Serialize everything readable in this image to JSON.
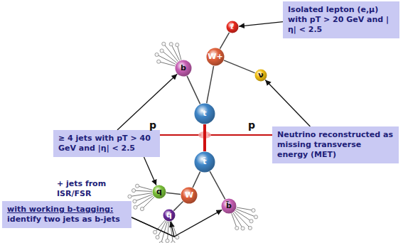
{
  "diagram": {
    "nodes": [
      {
        "text": [
          "Isolated lepton (e,μ) with pT > 20 GeV and |η| < 2.5"
        ]
      },
      {
        "text": [
          "ℓ"
        ]
      },
      {
        "text": [
          "b"
        ]
      },
      {
        "text": [
          "W+"
        ]
      },
      {
        "text": [
          "ν"
        ]
      },
      {
        "text": [
          "≥ 4 jets with pT > 40 GeV and |η| < 2.5"
        ]
      },
      {
        "text": [
          "t"
        ]
      },
      {
        "text": [
          "Neutrino reconstructed as missing transverse energy (MET)"
        ]
      },
      {
        "text": [
          "t̄"
        ]
      },
      {
        "text": [
          "q"
        ]
      },
      {
        "text": [
          "W"
        ]
      },
      {
        "text": [
          "b̄"
        ]
      },
      {
        "text": [
          "q̄"
        ]
      },
      {
        "text": [
          "with working b-tagging:",
          "identify two jets as b-jets"
        ]
      }
    ],
    "edges": [
      {
        "from": 0,
        "to": 1,
        "arrow": "to"
      },
      {
        "from": 6,
        "to": 2,
        "arrow": "none"
      },
      {
        "from": 6,
        "to": 3,
        "arrow": "none"
      },
      {
        "from": 3,
        "to": 1,
        "arrow": "none"
      },
      {
        "from": 3,
        "to": 4,
        "arrow": "none"
      },
      {
        "from": 5,
        "to": 2,
        "arrow": "to"
      },
      {
        "from": 7,
        "to": 4,
        "arrow": "to"
      },
      {
        "from": 6,
        "to": 8,
        "arrow": "none"
      },
      {
        "from": 8,
        "to": 10,
        "arrow": "none"
      },
      {
        "from": 8,
        "to": 11,
        "arrow": "none"
      },
      {
        "from": 10,
        "to": 9,
        "arrow": "none"
      },
      {
        "from": 10,
        "to": 12,
        "arrow": "none"
      },
      {
        "from": 5,
        "to": 9,
        "arrow": "to"
      },
      {
        "from": 13,
        "to": 12,
        "arrow": "to"
      },
      {
        "from": 13,
        "to": 11,
        "arrow": "to"
      }
    ],
    "labels": [
      "p",
      "p",
      "+ jets from ISR/FSR"
    ]
  }
}
